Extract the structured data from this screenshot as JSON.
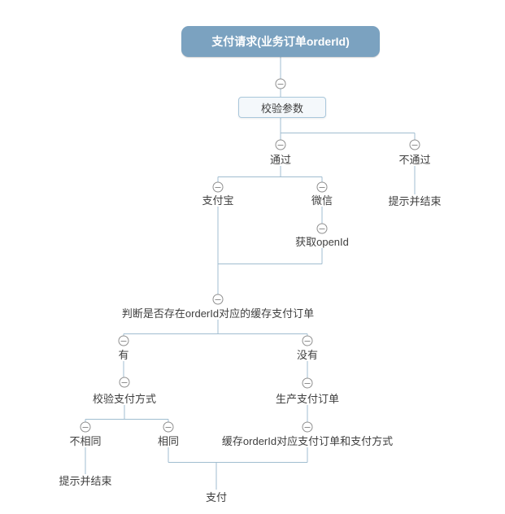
{
  "colors": {
    "canvas-bg": "#ffffff",
    "connector": "#a0bdd0",
    "icon-stroke": "#8f8f8f",
    "icon-bg": "#ffffff",
    "root-fill": "#7ba2c0",
    "root-text": "#ffffff",
    "label-text": "#3f3f3f",
    "box-border": "#a9c7db",
    "box-bg": "#f4f8fb"
  },
  "nodes": {
    "root": {
      "label": "支付请求(业务订单orderId)"
    },
    "validate_params": {
      "label": "校验参数"
    },
    "pass": {
      "label": "通过"
    },
    "fail": {
      "label": "不通过"
    },
    "fail_end": {
      "label": "提示并结束"
    },
    "alipay": {
      "label": "支付宝"
    },
    "wechat": {
      "label": "微信"
    },
    "get_openid": {
      "label": "获取openId"
    },
    "cache_check": {
      "label": "判断是否存在orderId对应的缓存支付订单"
    },
    "has": {
      "label": "有"
    },
    "none": {
      "label": "没有"
    },
    "verify_pay_method": {
      "label": "校验支付方式"
    },
    "different": {
      "label": "不相同"
    },
    "same": {
      "label": "相同"
    },
    "different_end": {
      "label": "提示并结束"
    },
    "create_order": {
      "label": "生产支付订单"
    },
    "cache_order": {
      "label": "缓存orderId对应支付订单和支付方式"
    },
    "pay": {
      "label": "支付"
    }
  }
}
